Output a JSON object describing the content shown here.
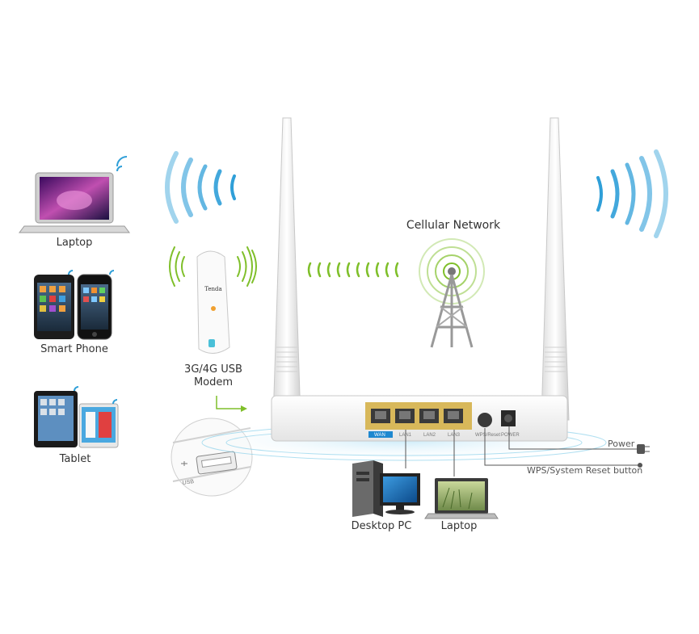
{
  "labels": {
    "laptop_left": "Laptop",
    "smart_phone": "Smart Phone",
    "tablet": "Tablet",
    "usb_modem_line1": "3G/4G USB",
    "usb_modem_line2": "Modem",
    "cellular_network": "Cellular Network",
    "desktop_pc": "Desktop PC",
    "laptop_bottom": "Laptop",
    "power": "Power",
    "wps_reset": "WPS/System Reset button"
  },
  "router_ports": {
    "wan": "WAN",
    "lan1": "LAN1",
    "lan2": "LAN2",
    "lan3": "LAN3",
    "wps": "WPS/Reset",
    "power": "POWER"
  },
  "usb_port_label": "USB",
  "modem_brand": "Tenda",
  "colors": {
    "wifi_blue": "#2f9fd8",
    "cell_green": "#7fbf2a",
    "port_yellow": "#d8b85a",
    "router_white": "#f4f4f4"
  }
}
